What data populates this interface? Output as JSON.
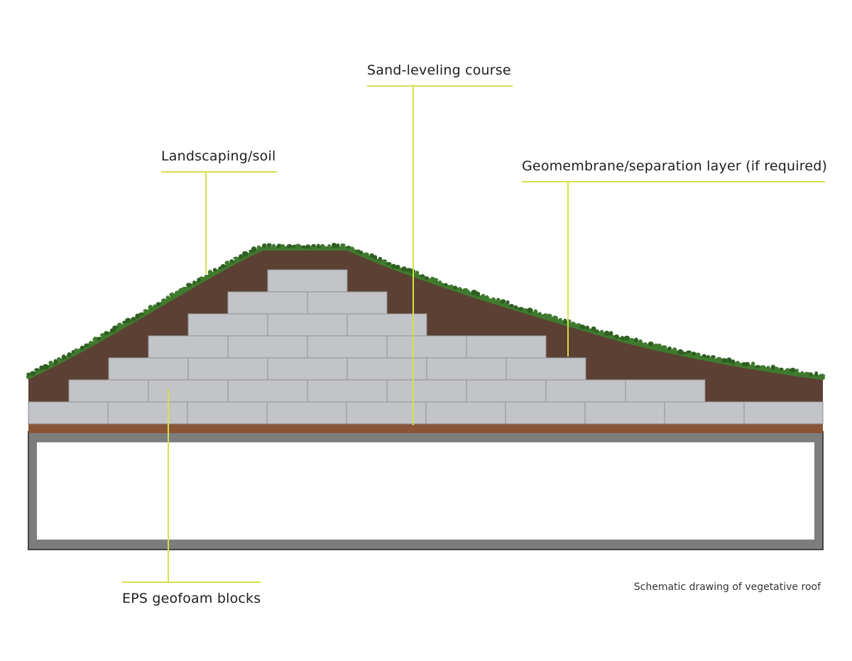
{
  "callouts": {
    "sand_leveling": "Sand-leveling course",
    "landscaping": "Landscaping/soil",
    "geomembrane": "Geomembrane/separation layer (if required)",
    "eps_blocks": "EPS geofoam blocks"
  },
  "caption": "Schematic drawing of vegetative roof",
  "colors": {
    "soil": "#5c4033",
    "grass": "#3f7a2e",
    "grass_dark": "#2f5f22",
    "block": "#c3c4c8",
    "block_edge": "#8e9095",
    "sand_course": "#8a5537",
    "roof_frame": "#7d7d7d",
    "leader": "#d6df4d"
  }
}
